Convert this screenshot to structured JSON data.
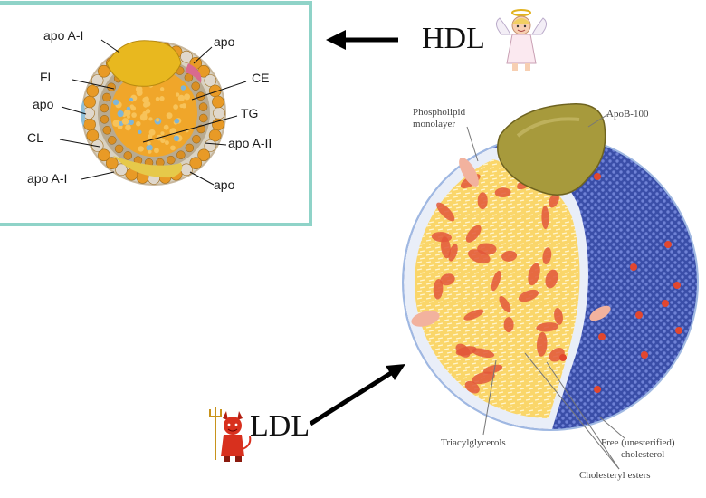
{
  "hdl_panel": {
    "labels": {
      "apo_a1_top": "apo A-I",
      "apo_tr": "apo",
      "fl": "FL",
      "ce": "CE",
      "apo_l": "apo",
      "tg": "TG",
      "cl": "CL",
      "apo_a2": "apo A-II",
      "apo_a1_bottom": "apo A-I",
      "apo_br": "apo"
    }
  },
  "hdl_caption": "HDL",
  "ldl_caption": "LDL",
  "ldl_labels": {
    "phospholipid_line1": "Phospholipid",
    "phospholipid_line2": "monolayer",
    "apob": "ApoB-100",
    "triacylglycerols": "Triacylglycerols",
    "free_chol_line1": "Free (unesterified)",
    "free_chol_line2": "cholesterol",
    "chol_esters": "Cholesteryl esters"
  },
  "colors": {
    "panel_border": "#8fd3c8",
    "core_yellow": "#f7c244",
    "protein_blue": "#3d4fa3",
    "apob_olive": "#a79a3c",
    "cholesterol_red": "#e2573a",
    "arrow": "#000000"
  },
  "icons": [
    "angel-icon",
    "devil-icon"
  ]
}
